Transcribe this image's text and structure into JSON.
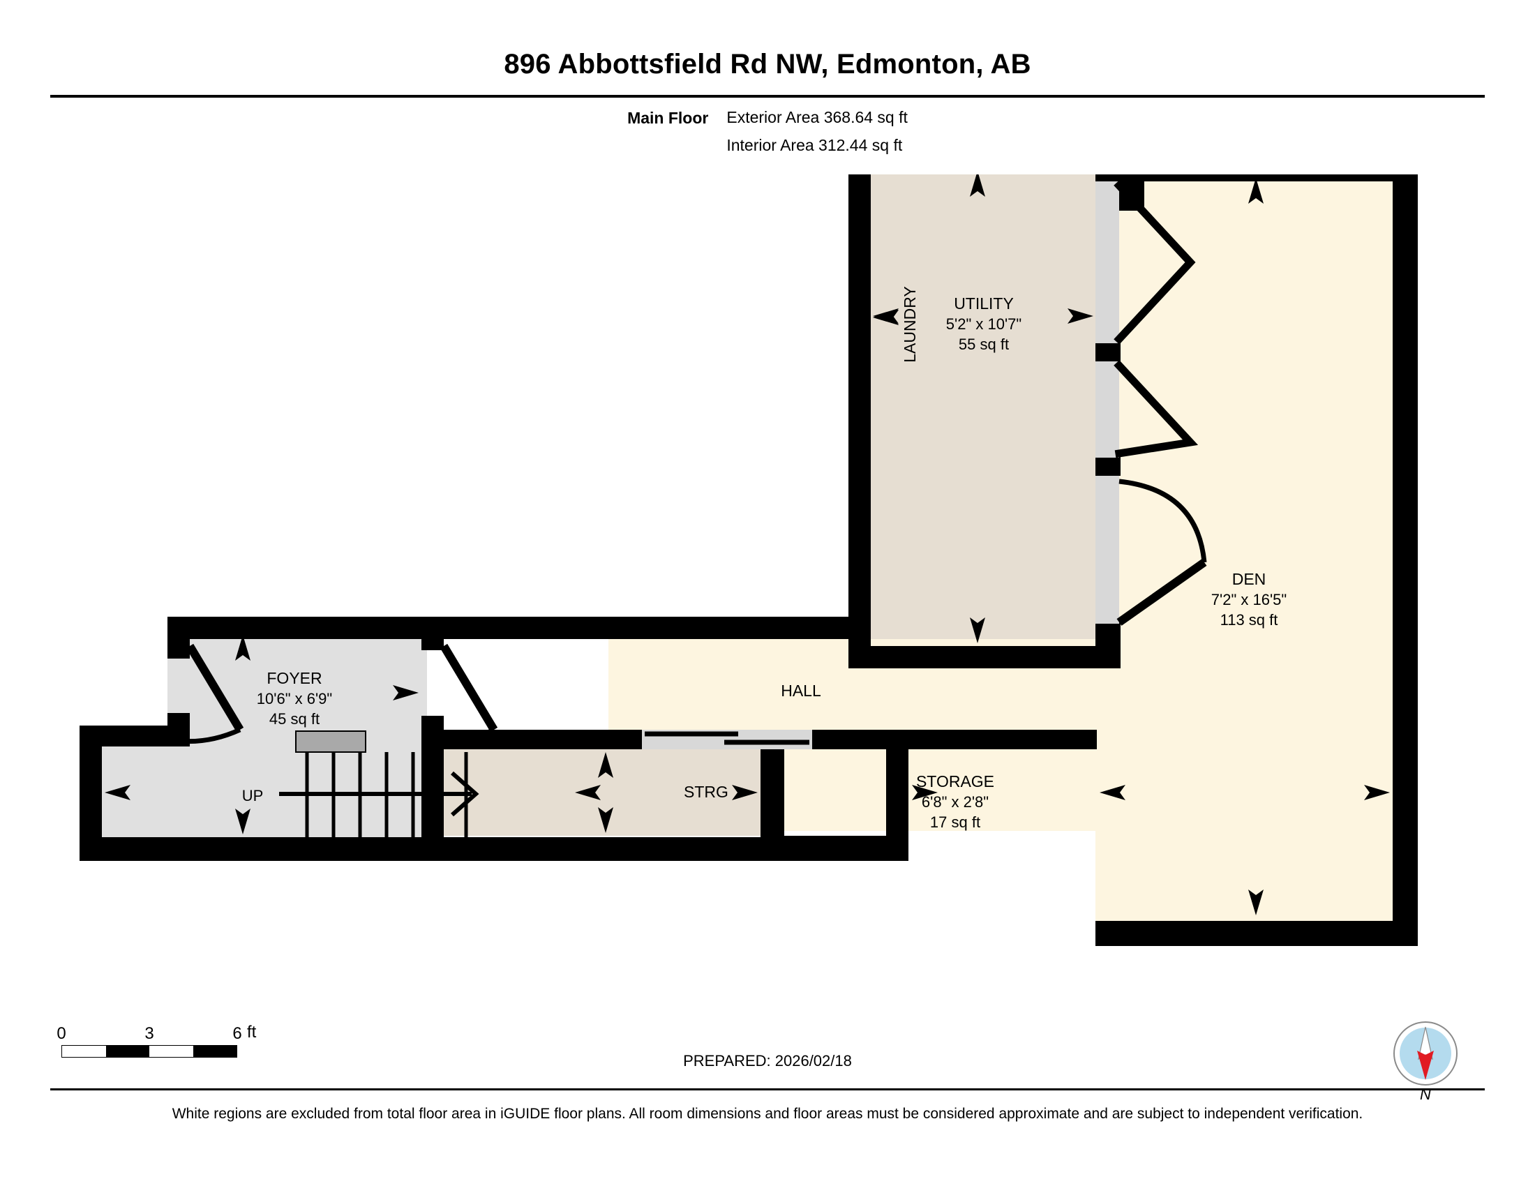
{
  "header": {
    "address": "896 Abbottsfield Rd NW, Edmonton, AB",
    "floor_label": "Main Floor",
    "exterior_area": "Exterior Area 368.64 sq ft",
    "interior_area": "Interior Area 312.44 sq ft"
  },
  "rooms": [
    {
      "id": "laundry",
      "name": "LAUNDRY",
      "dims": "",
      "area": "",
      "orientation": "vertical",
      "fill": "#e6ded2"
    },
    {
      "id": "utility",
      "name": "UTILITY",
      "dims": "5'2\" x 10'7\"",
      "area": "55 sq ft",
      "orientation": "horizontal",
      "fill": "#e6ded2"
    },
    {
      "id": "den",
      "name": "DEN",
      "dims": "7'2\" x 16'5\"",
      "area": "113 sq ft",
      "orientation": "horizontal",
      "fill": "#fdf5e0"
    },
    {
      "id": "foyer",
      "name": "FOYER",
      "dims": "10'6\" x 6'9\"",
      "area": "45 sq ft",
      "orientation": "horizontal",
      "fill": "#e0e0e0"
    },
    {
      "id": "hall",
      "name": "HALL",
      "dims": "",
      "area": "",
      "orientation": "horizontal",
      "fill": "#fdf5e0"
    },
    {
      "id": "strg",
      "name": "STRG",
      "dims": "",
      "area": "",
      "orientation": "horizontal",
      "fill": "#e6ded2"
    },
    {
      "id": "storage",
      "name": "STORAGE",
      "dims": "6'8\" x 2'8\"",
      "area": "17 sq ft",
      "orientation": "horizontal",
      "fill": "#e6ded2"
    }
  ],
  "stairs": {
    "direction_label": "UP"
  },
  "scale": {
    "ticks": [
      "0",
      "3",
      "6"
    ],
    "unit": "ft"
  },
  "footer": {
    "prepared": "PREPARED: 2026/02/18",
    "disclaimer": "White regions are excluded from total floor area in iGUIDE floor plans. All room dimensions and floor areas must be considered approximate and are subject to independent verification.",
    "compass_label": "N"
  },
  "colors": {
    "wall": "#000000",
    "room_beige": "#e6ded2",
    "room_cream": "#fdf5e0",
    "room_gray": "#e0e0e0",
    "door_opening": "#d8d8d8",
    "compass_disk": "#b4dbee",
    "compass_needle_red": "#e11b22",
    "compass_needle_white": "#ffffff"
  }
}
